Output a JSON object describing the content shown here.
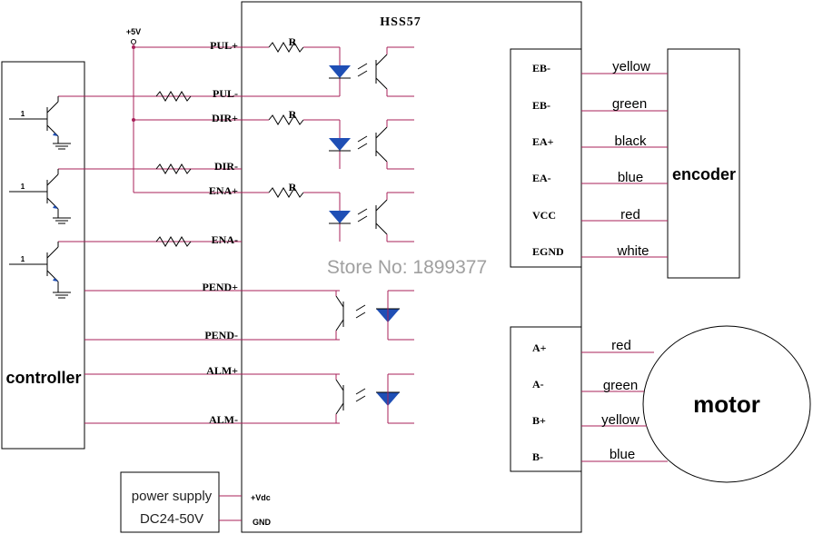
{
  "driver": {
    "title": "HSS57"
  },
  "supply_label": "+5V",
  "resistor_label": "R",
  "controller": {
    "label": "controller",
    "base_pin": "1"
  },
  "inputs": [
    {
      "label": "PUL+"
    },
    {
      "label": "PUL-"
    },
    {
      "label": "DIR+"
    },
    {
      "label": "DIR-"
    },
    {
      "label": "ENA+"
    },
    {
      "label": "ENA-"
    }
  ],
  "outputs": [
    {
      "label": "PEND+"
    },
    {
      "label": "PEND-"
    },
    {
      "label": "ALM+"
    },
    {
      "label": "ALM-"
    }
  ],
  "encoder": {
    "label": "encoder",
    "pins": [
      {
        "label": "EB-",
        "wire": "yellow"
      },
      {
        "label": "EB-",
        "wire": "green"
      },
      {
        "label": "EA+",
        "wire": "black"
      },
      {
        "label": "EA-",
        "wire": "blue"
      },
      {
        "label": "VCC",
        "wire": "red"
      },
      {
        "label": "EGND",
        "wire": "white"
      }
    ]
  },
  "motor": {
    "label": "motor",
    "pins": [
      {
        "label": "A+",
        "wire": "red"
      },
      {
        "label": "A-",
        "wire": "green"
      },
      {
        "label": "B+",
        "wire": "yellow"
      },
      {
        "label": "B-",
        "wire": "blue"
      }
    ]
  },
  "power": {
    "line1": "power supply",
    "line2": "DC24-50V",
    "vdc_label": "+Vdc",
    "gnd_label": "GND"
  },
  "watermark": "Store No: 1899377",
  "colors": {
    "wire": "#a8205a",
    "led": "#1f4fb5",
    "line": "#000000"
  }
}
